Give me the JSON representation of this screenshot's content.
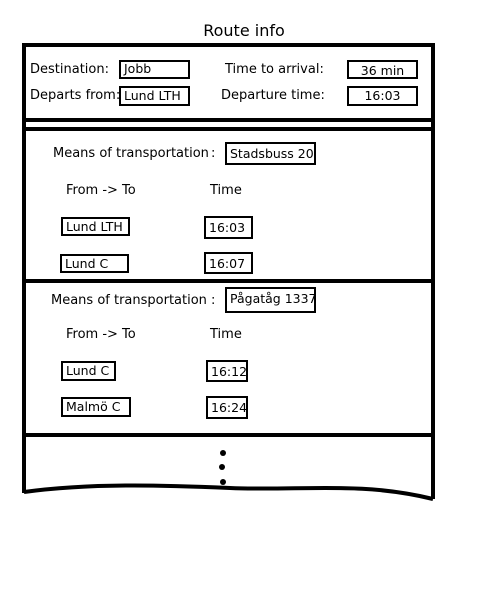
{
  "page": {
    "title": "Route info"
  },
  "summary": {
    "destination_label": "Destination:",
    "destination_value": "Jobb",
    "time_to_arrival_label": "Time to arrival:",
    "time_to_arrival_value": "36 min",
    "departs_from_label": "Departs from:",
    "departs_from_value": "Lund LTH",
    "departure_time_label": "Departure time:",
    "departure_time_value": "16:03"
  },
  "legs": [
    {
      "means_label": "Means of transportation",
      "colon": ":",
      "means_value": "Stadsbuss 20",
      "from_to_header": "From  -> To",
      "time_header": "Time",
      "stops": [
        {
          "name": "Lund LTH",
          "time": "16:03"
        },
        {
          "name": "Lund C",
          "time": "16:07"
        }
      ]
    },
    {
      "means_label": "Means of transportation",
      "colon": ":",
      "means_value": "Pågatåg 1337",
      "from_to_header": "From  -> To",
      "time_header": "Time",
      "stops": [
        {
          "name": "Lund C",
          "time": "16:12"
        },
        {
          "name": "Malmö C",
          "time": "16:24"
        }
      ]
    }
  ],
  "more_indicator": {
    "icon": "vertical-ellipsis-icon"
  }
}
